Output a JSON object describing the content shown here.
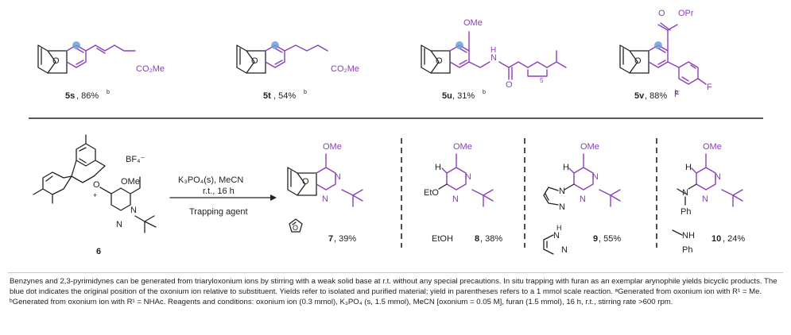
{
  "top_row": {
    "compounds": [
      {
        "id": "5s",
        "yield": ", 86%",
        "note": "b",
        "ester": "CO₂Me"
      },
      {
        "id": "5t",
        "yield": ", 54%",
        "note": "b",
        "ester": "CO₂Me"
      },
      {
        "id": "5u",
        "yield": ", 31%",
        "note": "b",
        "ome": "OMe",
        "nh": "H",
        "nh_n": "N",
        "carbonyl_o": "O",
        "sub5": "5"
      },
      {
        "id": "5v",
        "yield": ", 88%",
        "note": "b",
        "ester_o": "O",
        "ester_or": "OPr",
        "f1": "F",
        "f2": "F"
      }
    ]
  },
  "reaction": {
    "reactant": {
      "id": "6",
      "counterion": "BF₄⁻",
      "o_label": "O",
      "plus": "+",
      "ome": "OMe",
      "n1": "N",
      "n2": "N"
    },
    "conditions_line1": "K₃PO₄(s), MeCN",
    "conditions_line2": "r.t., 16 h",
    "trapping": "Trapping agent",
    "products": [
      {
        "id": "7",
        "yield": ", 39%",
        "ome": "OMe",
        "trap_o": "O",
        "n1": "N",
        "n2": "N",
        "o_bridge": "O"
      },
      {
        "id": "8",
        "yield": ", 38%",
        "ome": "OMe",
        "trap": "EtOH",
        "h": "H",
        "eto": "EtO",
        "n1": "N",
        "n2": "N"
      },
      {
        "id": "9",
        "yield": ", 55%",
        "ome": "OMe",
        "h": "H",
        "n1": "N",
        "n2": "N",
        "pz_n1": "N",
        "pz_n2": "N",
        "trap_nh": "H",
        "trap_n": "N",
        "trap_n2": "N"
      },
      {
        "id": "10",
        "yield": ", 24%",
        "ome": "OMe",
        "h": "H",
        "n1": "N",
        "n2": "N",
        "amine_n": "N",
        "ph": "Ph",
        "trap_nh": "NH",
        "trap_ph": "Ph"
      }
    ]
  },
  "caption": "Benzynes and 2,3-pyrimidynes can be generated from triaryloxonium ions by stirring with a weak solid base at r.t. without any special precautions. In situ trapping with furan as an exemplar arynophile yields bicyclic products. The blue dot indicates the original position of the oxonium ion relative to substituent. Yields refer to isolated and purified material; yield in parentheses refers to a 1 mmol scale reaction. ᵃGenerated from oxonium ion with R¹ = Me. ᵇGenerated from oxonium ion with R¹ = NHAc. Reagents and conditions: oxonium ion (0.3 mmol), K₃PO₄ (s, 1.5 mmol), MeCN [oxonium = 0.05 M], furan (1.5 mmol), 16 h, r.t., stirring rate >600 rpm.",
  "colors": {
    "accent": "#8a3fb8",
    "dot": "#6a9ad8",
    "ink": "#222222"
  }
}
